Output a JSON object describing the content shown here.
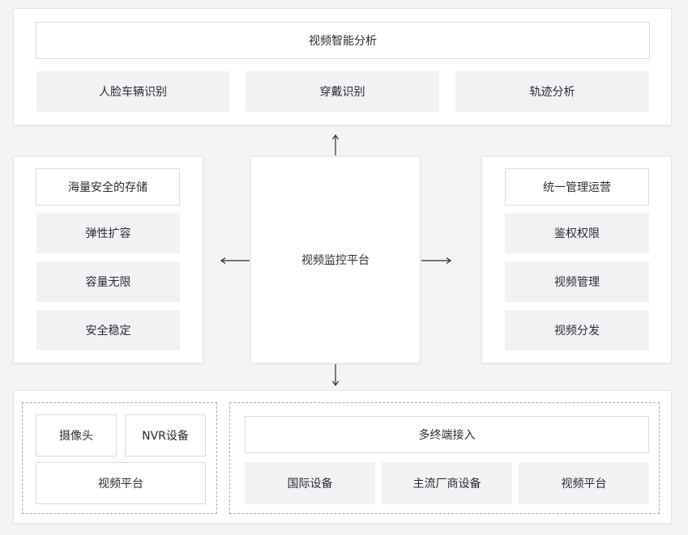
{
  "top": {
    "title": "视频智能分析",
    "items": [
      "人脸车辆识别",
      "穿戴识别",
      "轨迹分析"
    ]
  },
  "left": {
    "title": "海量安全的存储",
    "items": [
      "弹性扩容",
      "容量无限",
      "安全稳定"
    ]
  },
  "center": {
    "title": "视频监控平台"
  },
  "right": {
    "title": "统一管理运营",
    "items": [
      "鉴权权限",
      "视频管理",
      "视频分发"
    ]
  },
  "bottom": {
    "left_group": {
      "items": [
        "摄像头",
        "NVR设备",
        "视频平台"
      ]
    },
    "right_group": {
      "title": "多终端接入",
      "items": [
        "国际设备",
        "主流厂商设备",
        "视频平台"
      ]
    }
  },
  "colors": {
    "page_bg": "#f3f4f6",
    "panel_bg": "#ffffff",
    "cell_fill": "#f1f2f4",
    "border": "#d9dbe0",
    "arrow": "#2b2b33"
  }
}
